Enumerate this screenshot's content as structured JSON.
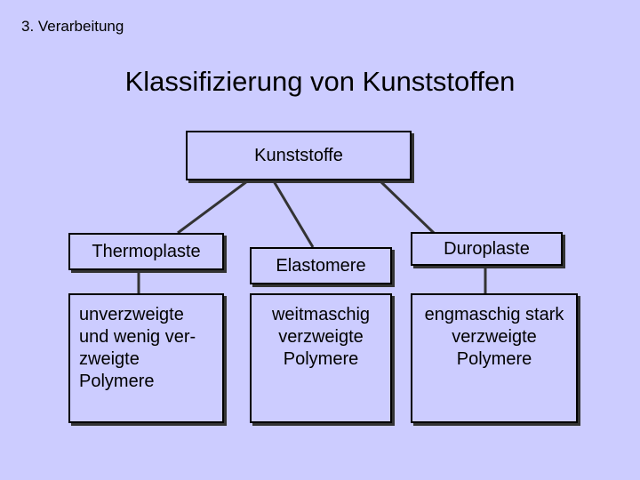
{
  "header": {
    "section": "3. Verarbeitung",
    "title": "Klassifizierung von Kunststoffen"
  },
  "diagram": {
    "root": "Kunststoffe",
    "categories": [
      {
        "label": "Thermoplaste",
        "description": "unverzweigte und wenig ver- zweigte Polymere"
      },
      {
        "label": "Elastomere",
        "description": "weitmaschig verzweigte Polymere"
      },
      {
        "label": "Duroplaste",
        "description": "engmaschig stark verzweigte Polymere"
      }
    ]
  },
  "colors": {
    "background": "#ccccff",
    "box_fill": "#ccccff",
    "border": "#000000",
    "connector": "#333333"
  }
}
